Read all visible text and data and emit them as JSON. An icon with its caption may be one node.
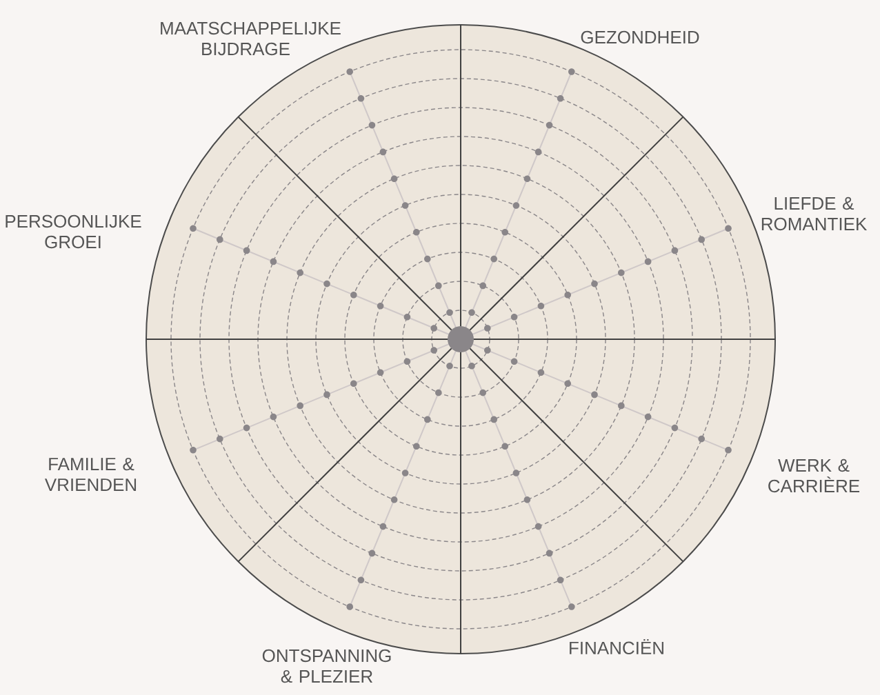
{
  "diagram": {
    "labels": [
      "MAATSCHAPPELIJKE BIJDRAGE",
      "GEZONDHEID",
      "LIEFDE & ROMANTIEK",
      "PERSOONLIJKE GROEI",
      "FAMILIE & VRIENDEN",
      "WERK & CARRIÈRE",
      "ONTSPANNING & PLEZIER",
      "FINANCIËN"
    ]
  }
}
